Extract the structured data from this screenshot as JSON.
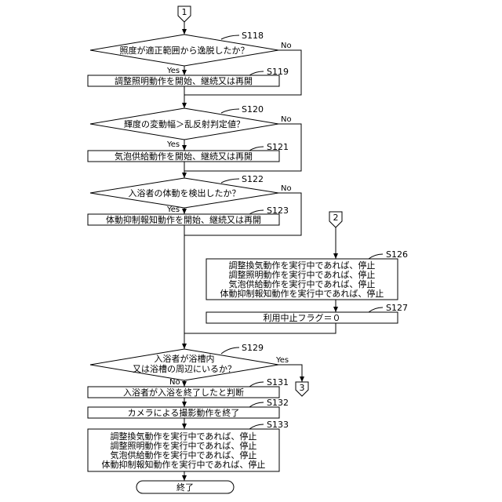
{
  "connectors": {
    "c1": "1",
    "c2": "2",
    "c3": "3"
  },
  "labels": {
    "yes": "Yes",
    "no": "No"
  },
  "steps": {
    "s118": {
      "id": "S118",
      "text": "照度が適正範囲から逸脱したか？"
    },
    "s119": {
      "id": "S119",
      "text": "調整照明動作を開始、継続又は再開"
    },
    "s120": {
      "id": "S120",
      "text": "輝度の変動幅＞乱反射判定値？"
    },
    "s121": {
      "id": "S121",
      "text": "気泡供給動作を開始、継続又は再開"
    },
    "s122": {
      "id": "S122",
      "text": "入浴者の体動を検出したか？"
    },
    "s123": {
      "id": "S123",
      "text": "体動抑制報知動作を開始、継続又は再開"
    },
    "s126": {
      "id": "S126",
      "lines": [
        "調整換気動作を実行中であれば、停止",
        "調整照明動作を実行中であれば、停止",
        "気泡供給動作を実行中であれば、停止",
        "体動抑制報知動作を実行中であれば、停止"
      ]
    },
    "s127": {
      "id": "S127",
      "text": "利用中止フラグ＝０"
    },
    "s129": {
      "id": "S129",
      "lines": [
        "入浴者が浴槽内",
        "又は浴槽の周辺にいるか？"
      ]
    },
    "s131": {
      "id": "S131",
      "text": "入浴者が入浴を終了したと判断"
    },
    "s132": {
      "id": "S132",
      "text": "カメラによる撮影動作を終了"
    },
    "s133": {
      "id": "S133",
      "lines": [
        "調整換気動作を実行中であれば、停止",
        "調整照明動作を実行中であれば、停止",
        "気泡供給動作を実行中であれば、停止",
        "体動抑制報知動作を実行中であれば、停止"
      ]
    },
    "end": {
      "text": "終了"
    }
  }
}
